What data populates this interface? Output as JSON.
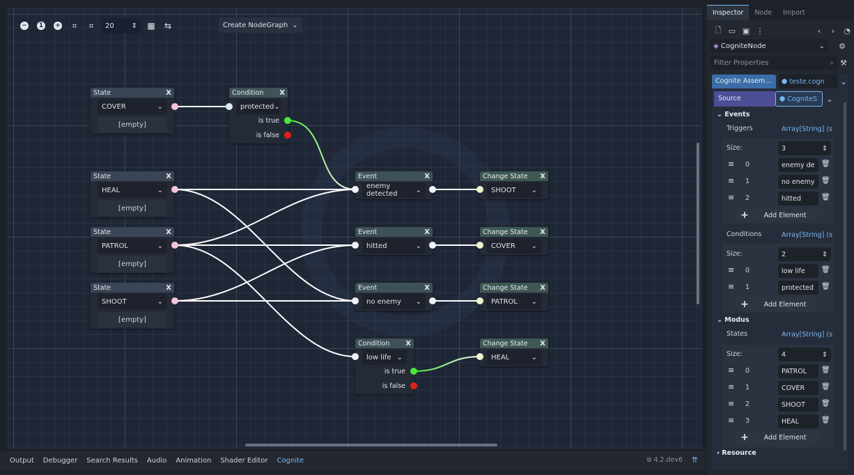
{
  "toolbar": {
    "zoom_value": "20",
    "create_button": "Create NodeGraph"
  },
  "nodes": {
    "state_cover": {
      "header": "State",
      "value": "COVER",
      "empty": "[empty]"
    },
    "cond_protected": {
      "header": "Condition",
      "value": "protected",
      "is_true": "is true",
      "is_false": "is false"
    },
    "state_heal": {
      "header": "State",
      "value": "HEAL",
      "empty": "[empty]"
    },
    "state_patrol": {
      "header": "State",
      "value": "PATROL",
      "empty": "[empty]"
    },
    "state_shoot": {
      "header": "State",
      "value": "SHOOT",
      "empty": "[empty]"
    },
    "event_enemy": {
      "header": "Event",
      "value": "enemy detected"
    },
    "event_hitted": {
      "header": "Event",
      "value": "hitted"
    },
    "event_noenemy": {
      "header": "Event",
      "value": "no enemy"
    },
    "cond_lowlife": {
      "header": "Condition",
      "value": "low life",
      "is_true": "is true",
      "is_false": "is false"
    },
    "change_shoot": {
      "header": "Change State",
      "value": "SHOOT"
    },
    "change_cover": {
      "header": "Change State",
      "value": "COVER"
    },
    "change_patrol": {
      "header": "Change State",
      "value": "PATROL"
    },
    "change_heal": {
      "header": "Change State",
      "value": "HEAL"
    },
    "close_label": "X"
  },
  "bottom_tabs": [
    "Output",
    "Debugger",
    "Search Results",
    "Audio",
    "Animation",
    "Shader Editor",
    "Cognite"
  ],
  "version": "4.2.dev6",
  "inspector": {
    "tabs": [
      "Inspector",
      "Node",
      "Import"
    ],
    "object": "CogniteNode",
    "filter_placeholder": "Filter Properties",
    "assembly_label": "Cognite Assem...",
    "assembly_file": "teste.cogn",
    "source_label": "Source",
    "source_value": "CogniteS",
    "events_header": "Events",
    "triggers_label": "Triggers",
    "triggers_value": "Array[String] (siz",
    "triggers_size_label": "Size:",
    "triggers_size": "3",
    "triggers": [
      {
        "index": "0",
        "value": "enemy de"
      },
      {
        "index": "1",
        "value": "no enemy"
      },
      {
        "index": "2",
        "value": "hitted"
      }
    ],
    "add_element": "Add Element",
    "conditions_label": "Conditions",
    "conditions_value": "Array[String] (siz",
    "conditions_size": "2",
    "conditions": [
      {
        "index": "0",
        "value": "low life"
      },
      {
        "index": "1",
        "value": "protected"
      }
    ],
    "modus_header": "Modus",
    "states_label": "States",
    "states_value": "Array[String] (siz",
    "states_size": "4",
    "states": [
      {
        "index": "0",
        "value": "PATROL"
      },
      {
        "index": "1",
        "value": "COVER"
      },
      {
        "index": "2",
        "value": "SHOOT"
      },
      {
        "index": "3",
        "value": "HEAL"
      }
    ],
    "resource_header": "Resource"
  },
  "colors": {
    "accent": "#78b7f0",
    "wire": "#ffffff",
    "wire_true": "#4ce83a"
  }
}
